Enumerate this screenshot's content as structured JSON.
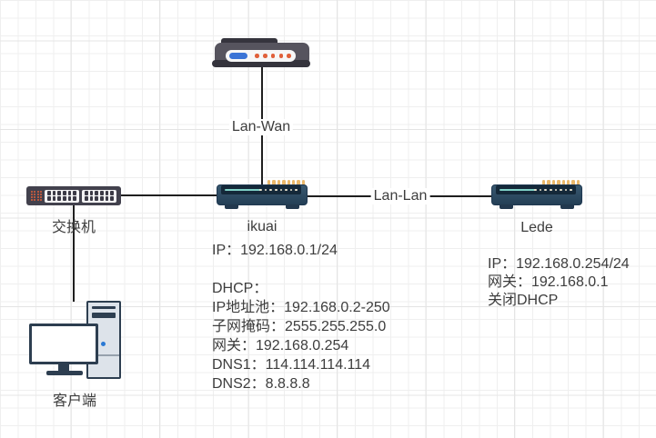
{
  "diagram": {
    "nodes": {
      "switch": {
        "label": "交换机"
      },
      "ikuai": {
        "label": "ikuai",
        "info": [
          "IP：192.168.0.1/24",
          "",
          "DHCP：",
          "IP地址池：192.168.0.2-250",
          "子网掩码：2555.255.255.0",
          "网关：192.168.0.254",
          "DNS1：114.114.114.114",
          "DNS2：8.8.8.8"
        ]
      },
      "lede": {
        "label": "Lede",
        "info": [
          "IP：192.168.0.254/24",
          "网关：192.168.0.1",
          "关闭DHCP"
        ]
      },
      "client": {
        "label": "客户端"
      }
    },
    "edges": {
      "modem_ikuai": {
        "label": "Lan-Wan"
      },
      "ikuai_lede": {
        "label": "Lan-Lan"
      }
    },
    "colors": {
      "edge": "#1f1f1f",
      "text": "#3d3d3d",
      "grid_line": "#efefef",
      "grid_major": "#e4e4e4",
      "router_panel": "#142839",
      "router_teal": "#7fd0c6",
      "router_dots": "#eab86b",
      "modem_body": "#56545e",
      "modem_dark": "#35343d",
      "modem_led_blue": "#3b74d6",
      "dot_orange": "#e0603a",
      "switch_body": "#42414d",
      "client_outline": "#2d3e50",
      "client_tower": "#dde3ea",
      "client_led_blue": "#2b79d4"
    }
  }
}
